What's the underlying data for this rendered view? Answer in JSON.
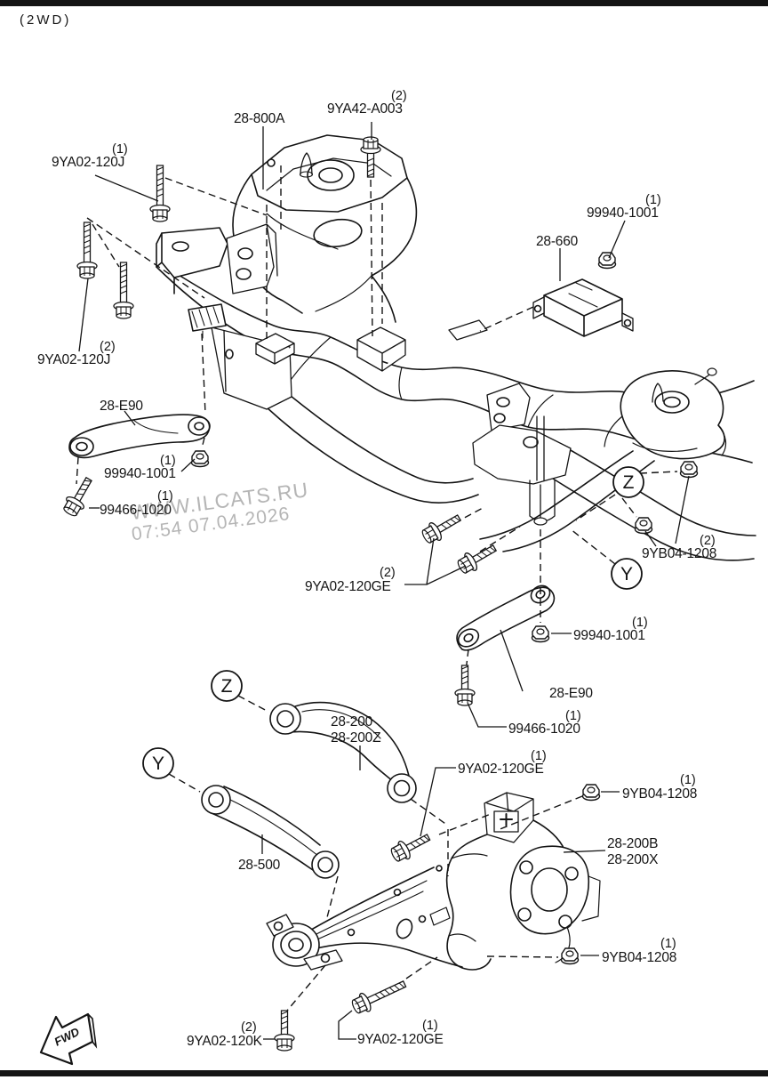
{
  "page": {
    "variant": "(2WD)"
  },
  "watermark": {
    "site": "WWW.ILCATS.RU",
    "timestamp": "07:54 07.04.2026"
  },
  "direction_indicator": {
    "label": "FWD"
  },
  "view_markers": {
    "z": "Z",
    "y": "Y"
  },
  "colors": {
    "ink": "#141414",
    "watermark": "#b5b5b5",
    "background": "#ffffff"
  },
  "callouts": [
    {
      "part_number": "9YA02-120J",
      "qty": "(1)"
    },
    {
      "part_number": "28-800A",
      "qty": ""
    },
    {
      "part_number": "9YA42-A003",
      "qty": "(2)"
    },
    {
      "part_number": "99940-1001",
      "qty": "(1)"
    },
    {
      "part_number": "28-660",
      "qty": ""
    },
    {
      "part_number": "9YA02-120J",
      "qty": "(2)"
    },
    {
      "part_number": "28-E90",
      "qty": ""
    },
    {
      "part_number": "99940-1001",
      "qty": "(1)"
    },
    {
      "part_number": "99466-1020",
      "qty": "(1)"
    },
    {
      "part_number": "9YA02-120GE",
      "qty": "(2)"
    },
    {
      "part_number": "9YB04-1208",
      "qty": "(2)"
    },
    {
      "part_number": "99940-1001",
      "qty": "(1)"
    },
    {
      "part_number": "28-E90",
      "qty": ""
    },
    {
      "part_number": "99466-1020",
      "qty": "(1)"
    },
    {
      "part_number": "28-200",
      "qty": ""
    },
    {
      "part_number": "28-200Z",
      "qty": ""
    },
    {
      "part_number": "9YA02-120GE",
      "qty": "(1)"
    },
    {
      "part_number": "9YB04-1208",
      "qty": "(1)"
    },
    {
      "part_number": "28-200B",
      "qty": ""
    },
    {
      "part_number": "28-200X",
      "qty": ""
    },
    {
      "part_number": "28-500",
      "qty": ""
    },
    {
      "part_number": "9YB04-1208",
      "qty": "(1)"
    },
    {
      "part_number": "9YA02-120K",
      "qty": "(2)"
    },
    {
      "part_number": "9YA02-120GE",
      "qty": "(1)"
    }
  ]
}
